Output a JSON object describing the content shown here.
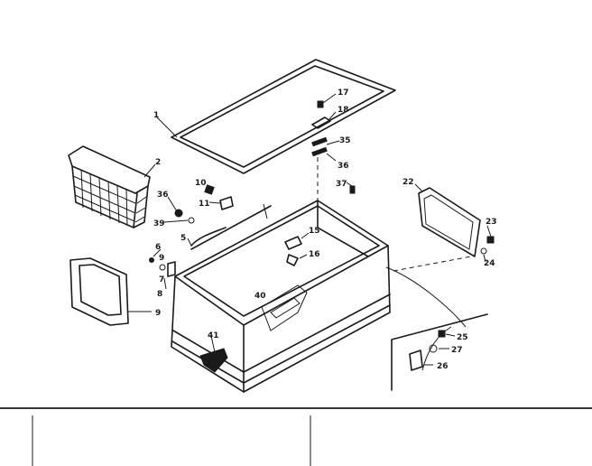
{
  "parts": {
    "p1": "1",
    "p2": "2",
    "p5": "5",
    "p6": "6",
    "p7": "7",
    "p8": "8",
    "p9a": "9",
    "p9b": "9",
    "p10": "10",
    "p11": "11",
    "p15": "15",
    "p16": "16",
    "p17": "17",
    "p18": "18",
    "p22": "22",
    "p23": "23",
    "p24": "24",
    "p25": "25",
    "p26": "26",
    "p27": "27",
    "p35": "35",
    "p36a": "36",
    "p36b": "36",
    "p37": "37",
    "p39": "39",
    "p40": "40",
    "p41": "41"
  }
}
